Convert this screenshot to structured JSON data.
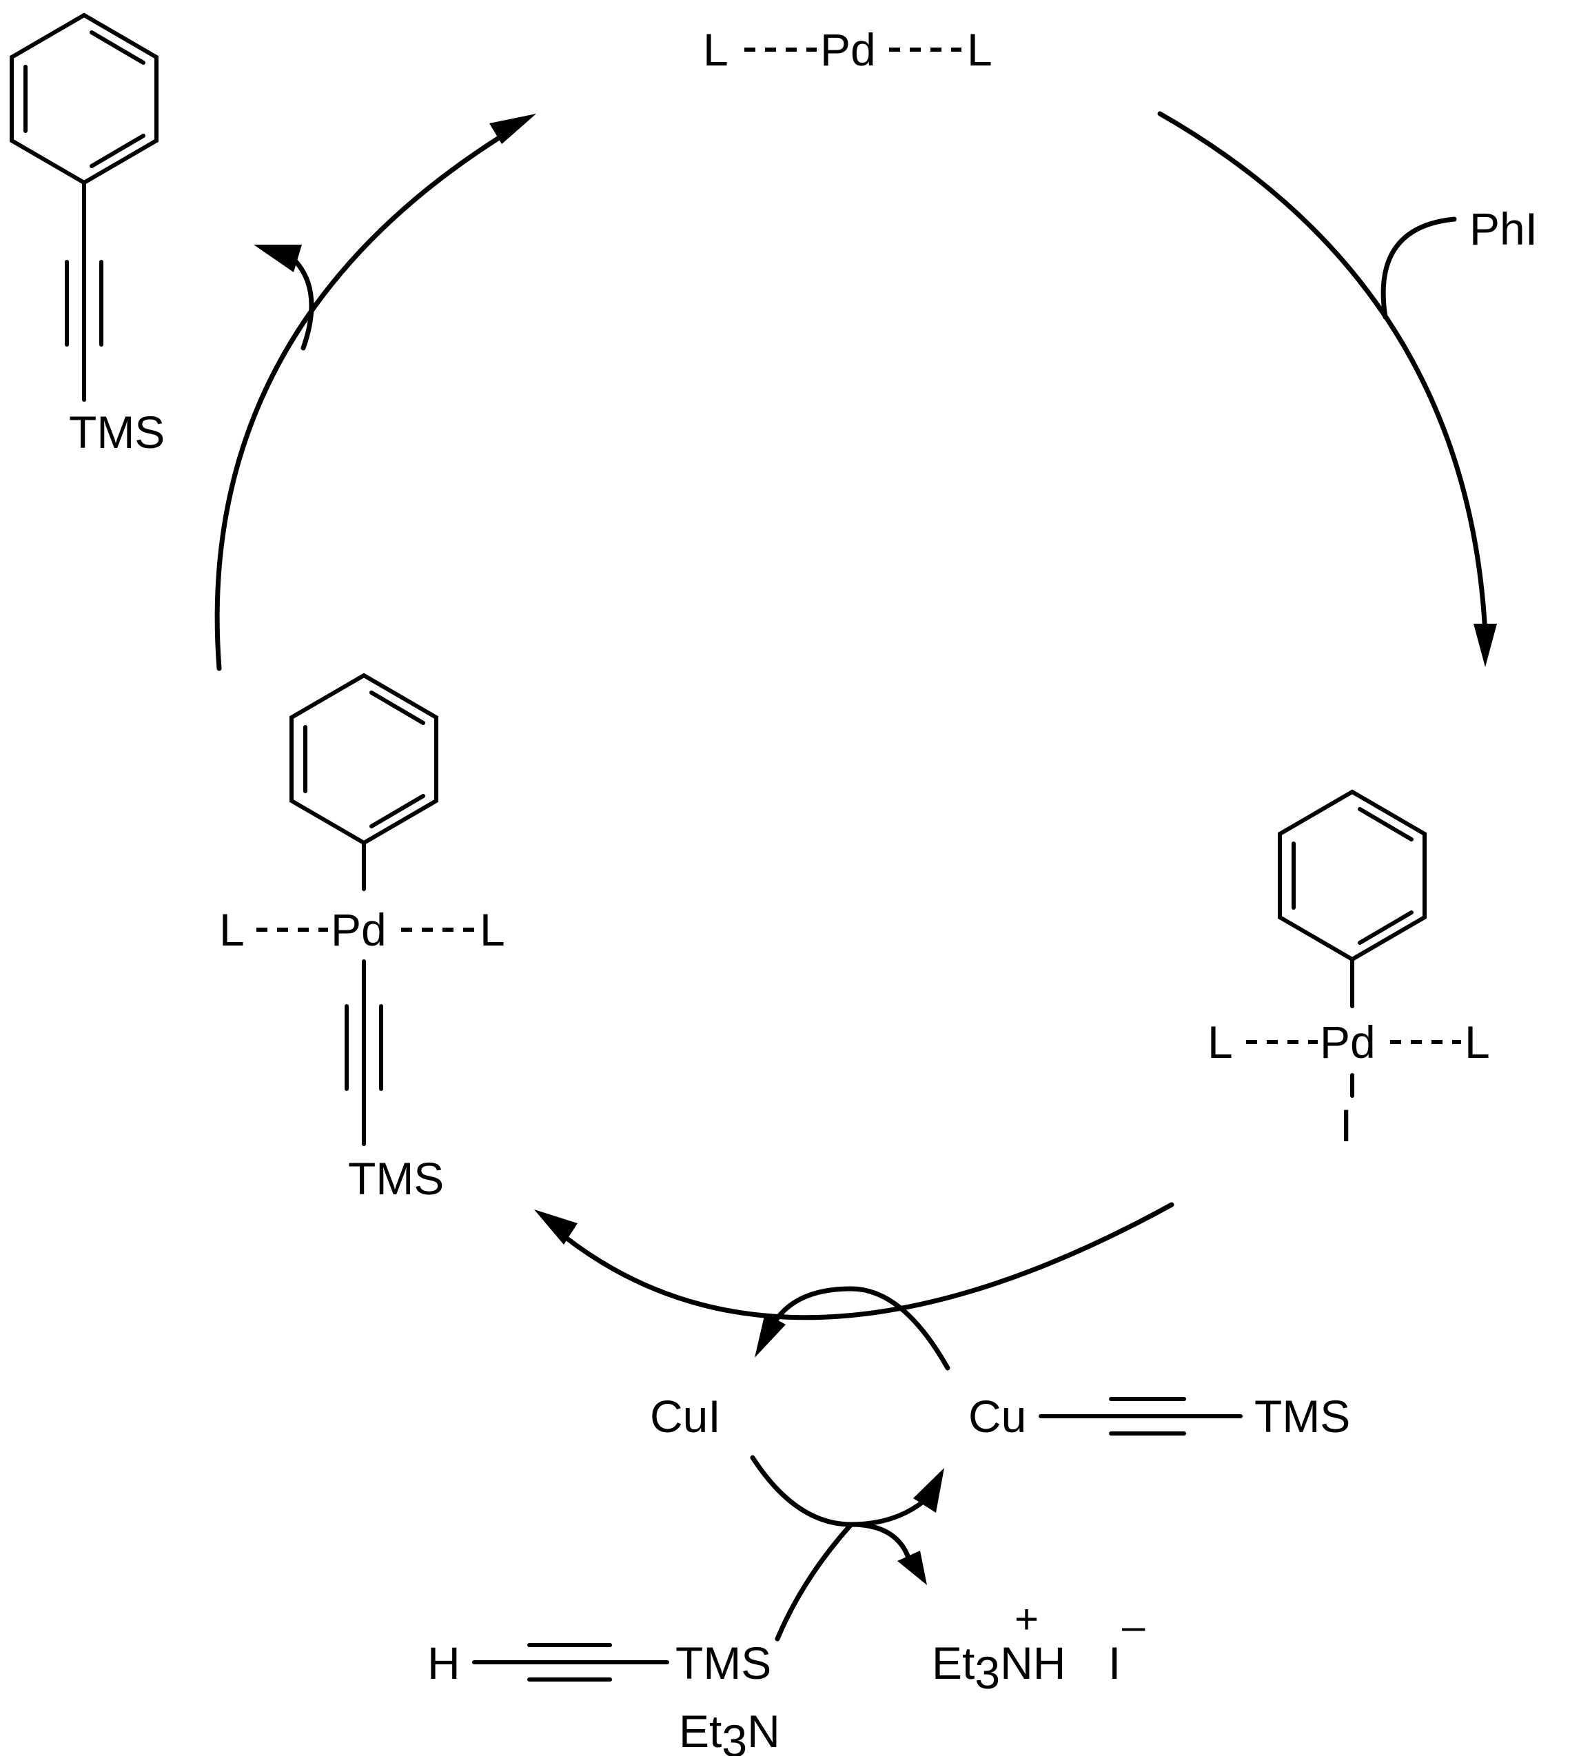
{
  "colors": {
    "ink": "#000000",
    "background": "#ffffff"
  },
  "pd0": {
    "ligand_left": "L",
    "metal": "Pd",
    "ligand_right": "L"
  },
  "reagent_phi": "PhI",
  "oxidative_adduct": {
    "ligand_left": "L",
    "metal": "Pd",
    "ligand_right": "L",
    "halide": "I"
  },
  "transmetalated": {
    "ligand_left": "L",
    "metal": "Pd",
    "ligand_right": "L",
    "alkyne_group": "TMS"
  },
  "product": {
    "alkyne_group": "TMS"
  },
  "copper_iodide": "CuI",
  "copper_acetylide": {
    "metal": "Cu",
    "group": "TMS"
  },
  "terminal_alkyne": {
    "h": "H",
    "group": "TMS"
  },
  "base": {
    "et": "Et",
    "sub": "3",
    "n": "N"
  },
  "salt": {
    "et": "Et",
    "sub": "3",
    "nh": "NH",
    "plus": "+",
    "iodide": "I",
    "minus": "–"
  }
}
